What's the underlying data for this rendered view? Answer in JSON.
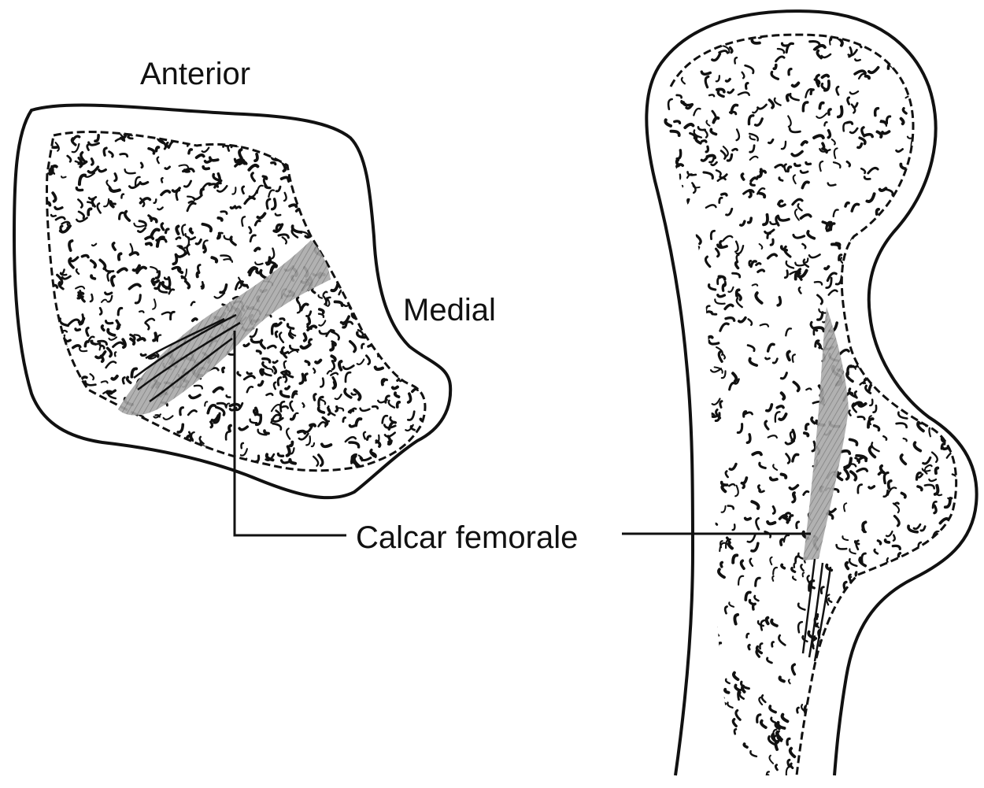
{
  "labels": {
    "anterior": "Anterior",
    "medial": "Medial",
    "calcar": "Calcar femorale"
  },
  "colors": {
    "ink": "#111111",
    "shade": "#9a9a9a",
    "background": "#ffffff"
  }
}
